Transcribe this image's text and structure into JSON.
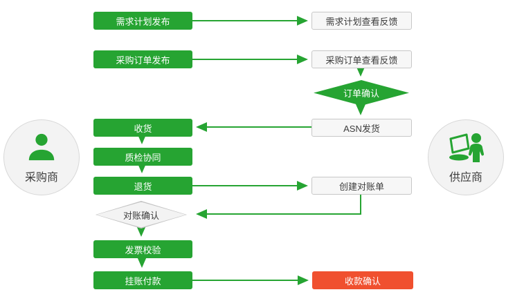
{
  "colors": {
    "green": "#26a432",
    "red": "#f0502f",
    "white-box-bg": "#f7f7f7",
    "white-box-border": "#c7c7c7",
    "diamond-border": "#c3c3c3",
    "diamond-bg": "#f3f3f3",
    "dark-text": "#3c3c3c",
    "circle-bg": "#f3f3f3",
    "circle-border": "#d8d8d8"
  },
  "actors": {
    "buyer": {
      "label": "采购商",
      "icon": "person-icon"
    },
    "supplier": {
      "label": "供应商",
      "icon": "person-laptop-icon"
    }
  },
  "nodes": {
    "demand_plan_publish": {
      "label": "需求计划发布",
      "type": "process"
    },
    "demand_plan_feedback": {
      "label": "需求计划查看反馈",
      "type": "process"
    },
    "po_publish": {
      "label": "采购订单发布",
      "type": "process"
    },
    "po_feedback": {
      "label": "采购订单查看反馈",
      "type": "process"
    },
    "order_confirm": {
      "label": "订单确认",
      "type": "decision"
    },
    "asn_ship": {
      "label": "ASN发货",
      "type": "process"
    },
    "receive_goods": {
      "label": "收货",
      "type": "process"
    },
    "quality_collab": {
      "label": "质检协同",
      "type": "process"
    },
    "return_goods": {
      "label": "退货",
      "type": "process"
    },
    "create_statement": {
      "label": "创建对账单",
      "type": "process"
    },
    "reconcile_confirm": {
      "label": "对账确认",
      "type": "decision"
    },
    "invoice_verify": {
      "label": "发票校验",
      "type": "process"
    },
    "book_payment": {
      "label": "挂账付款",
      "type": "process"
    },
    "receipt_confirm": {
      "label": "收款确认",
      "type": "process"
    }
  }
}
